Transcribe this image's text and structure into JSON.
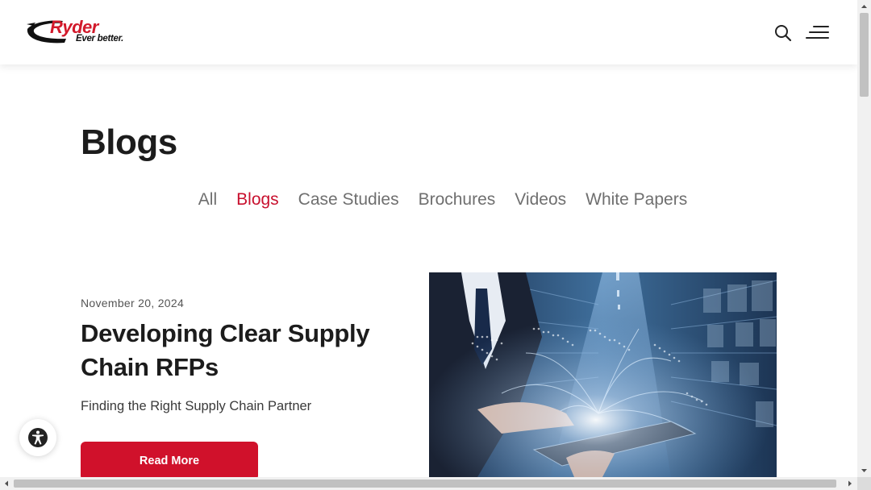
{
  "brand": {
    "name": "Ryder",
    "tagline": "Ever better.",
    "color": "#d21a2b"
  },
  "header": {
    "search_icon": "search-icon",
    "menu_icon": "hamburger-menu-icon"
  },
  "page": {
    "title": "Blogs"
  },
  "tabs": [
    {
      "label": "All",
      "active": false
    },
    {
      "label": "Blogs",
      "active": true
    },
    {
      "label": "Case Studies",
      "active": false
    },
    {
      "label": "Brochures",
      "active": false
    },
    {
      "label": "Videos",
      "active": false
    },
    {
      "label": "White Papers",
      "active": false
    }
  ],
  "featured": {
    "date": "November 20, 2024",
    "title": "Developing Clear Supply Chain RFPs",
    "subtitle": "Finding the Right Supply Chain Partner",
    "button_label": "Read More",
    "button_color": "#d0112b"
  },
  "accessibility": {
    "icon": "accessibility-icon"
  }
}
